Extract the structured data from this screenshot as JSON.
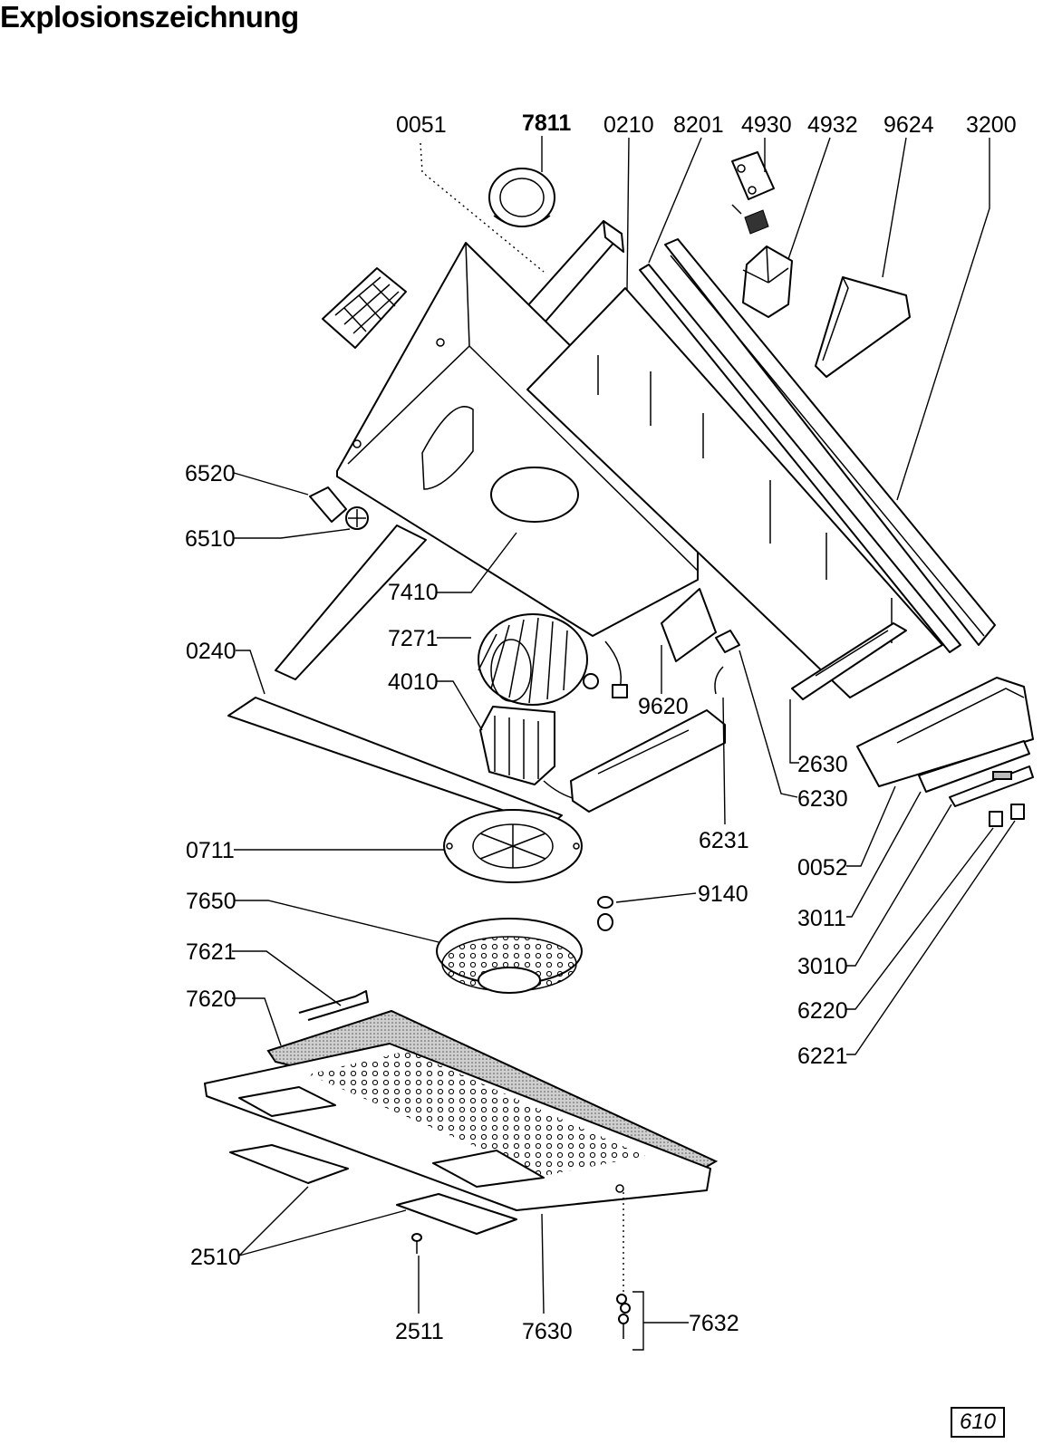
{
  "title": "Explosionszeichnung",
  "page_number": "610",
  "labels": {
    "l0051": "0051",
    "l7811": "7811",
    "l0210": "0210",
    "l8201": "8201",
    "l4930": "4930",
    "l4932": "4932",
    "l9624": "9624",
    "l3200": "3200",
    "l6520": "6520",
    "l6510": "6510",
    "l7410": "7410",
    "l7271": "7271",
    "l0240": "0240",
    "l4010": "4010",
    "l9620": "9620",
    "l2630": "2630",
    "l6230": "6230",
    "l6231": "6231",
    "l0711": "0711",
    "l0052": "0052",
    "l9140": "9140",
    "l7650": "7650",
    "l3011": "3011",
    "l3010": "3010",
    "l7621": "7621",
    "l7620": "7620",
    "l6220": "6220",
    "l6221": "6221",
    "l2510": "2510",
    "l2511": "2511",
    "l7630": "7630",
    "l7632": "7632"
  }
}
